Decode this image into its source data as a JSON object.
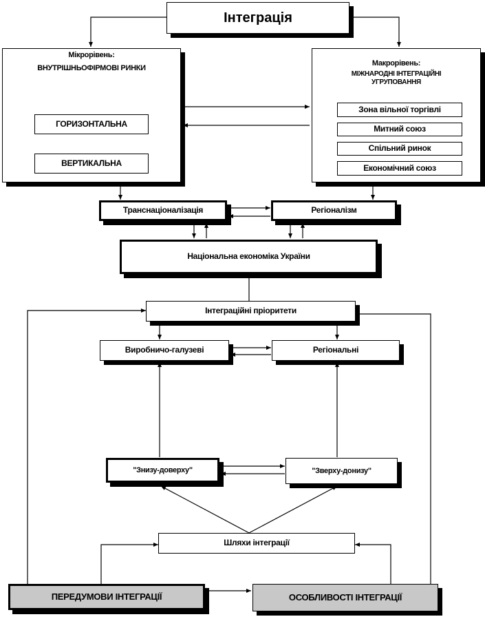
{
  "title": "Інтеграція",
  "micro": {
    "title": "Мікрорівень:",
    "subtitle": "внутрішньофірмові ринки"
  },
  "macro": {
    "title": "Макрорівень:",
    "subtitle": "міжнародні інтеграційні угруповання"
  },
  "micro_items": {
    "horizontal": "Горизонтальна",
    "vertical": "Вертикальна"
  },
  "macro_items": {
    "free_trade": "Зона вільної торгівлі",
    "customs": "Митний союз",
    "common_market": "Спільний ринок",
    "economic_union": "Економічний союз"
  },
  "transnational": "Транснаціоналізація",
  "regionalism": "Регіоналізм",
  "national": "Національна економіка України",
  "priorities": "Інтеграційні пріоритети",
  "industrial": "Виробничо-галузеві",
  "regional": "Регіональні",
  "bottom_up": "\"Знизу-доверху\"",
  "top_down": "\"Зверху-донизу\"",
  "ways": "Шляхи інтеграції",
  "prerequisites": "Передумови інтеграції",
  "features": "Особливості інтеграції",
  "colors": {
    "line": "#000000",
    "gray_box": "#c8c8c8"
  }
}
